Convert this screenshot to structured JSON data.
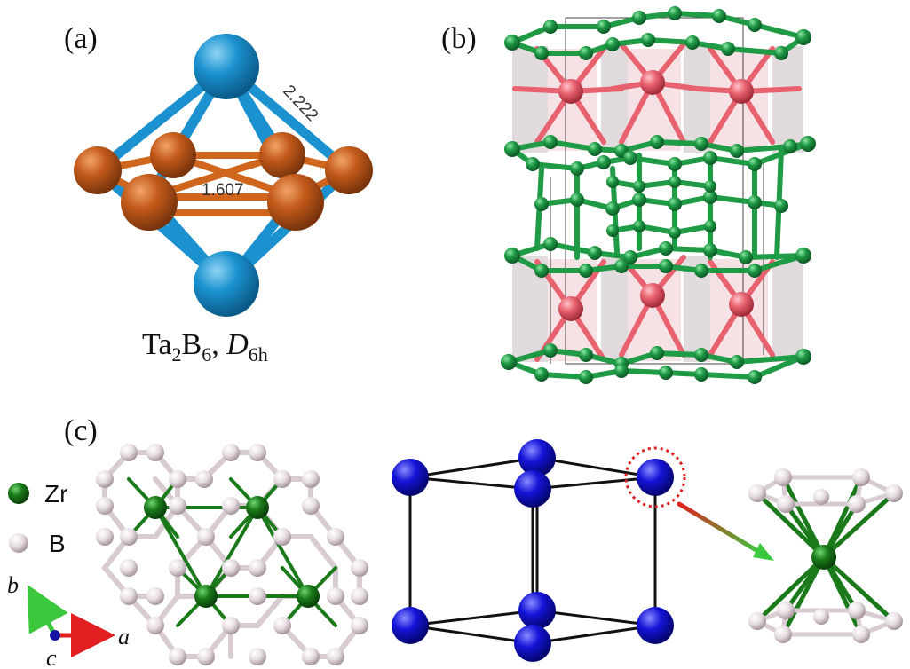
{
  "panels": {
    "a": {
      "label": "(a)",
      "bond_long": "2.222",
      "bond_short": "1.607",
      "caption": {
        "el1": "Ta",
        "sub1": "2",
        "el2": "B",
        "sub2": "6",
        "sep": ",",
        "sym": "D",
        "symsub": "6h"
      }
    },
    "b": {
      "label": "(b)"
    },
    "c": {
      "label": "(c)",
      "legend": [
        {
          "symbol": "green-atom",
          "label": "Zr"
        },
        {
          "symbol": "white-atom",
          "label": "B"
        }
      ],
      "axes": {
        "a": "a",
        "b": "b",
        "c": "c"
      }
    }
  },
  "colors": {
    "ta": "#1b92cf",
    "ta_b_bond": "#d0661e",
    "b_atom_a": "#c25a1a",
    "boron_green": "#1f9a45",
    "metal_pink": "#e8616e",
    "zr": "#1a7a1a",
    "boron_white": "#e6dce2",
    "lattice_blue": "#1414d8",
    "arrow_red": "#e02020",
    "arrow_green": "#3cc83c"
  }
}
